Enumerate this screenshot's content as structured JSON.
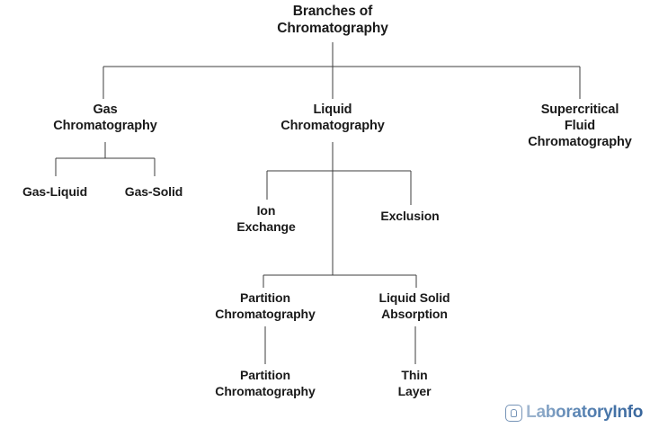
{
  "diagram": {
    "type": "tree",
    "title": "Branches of\nChromatography",
    "background_color": "#ffffff",
    "line_color": "#3c3c3c",
    "text_color": "#1a1a1a",
    "nodes": {
      "title": "Branches of\nChromatography",
      "gas_chromatography": "Gas\nChromatography",
      "liquid_chromatography": "Liquid\nChromatography",
      "supercritical_fluid_chromatography": "Supercritical\nFluid\nChromatography",
      "gas_liquid": "Gas-Liquid",
      "gas_solid": "Gas-Solid",
      "ion_exchange": "Ion\nExchange",
      "exclusion": "Exclusion",
      "partition_chromatography": "Partition\nChromatography",
      "liquid_solid_absorption": "Liquid Solid\nAbsorption",
      "partition_chromatography_leaf": "Partition\nChromatography",
      "thin_layer": "Thin\nLayer"
    },
    "edges": [
      {
        "from": "title",
        "to": "gas_chromatography"
      },
      {
        "from": "title",
        "to": "liquid_chromatography"
      },
      {
        "from": "title",
        "to": "supercritical_fluid_chromatography"
      },
      {
        "from": "gas_chromatography",
        "to": "gas_liquid"
      },
      {
        "from": "gas_chromatography",
        "to": "gas_solid"
      },
      {
        "from": "liquid_chromatography",
        "to": "ion_exchange"
      },
      {
        "from": "liquid_chromatography",
        "to": "exclusion"
      },
      {
        "from": "liquid_chromatography",
        "to": "partition_chromatography"
      },
      {
        "from": "liquid_chromatography",
        "to": "liquid_solid_absorption"
      },
      {
        "from": "partition_chromatography",
        "to": "partition_chromatography_leaf"
      },
      {
        "from": "liquid_solid_absorption",
        "to": "thin_layer"
      }
    ]
  },
  "watermark": {
    "brand": "LaboratoryInfo",
    "icon": "laboratory-flask-mark",
    "color": "#4c7aaa"
  }
}
